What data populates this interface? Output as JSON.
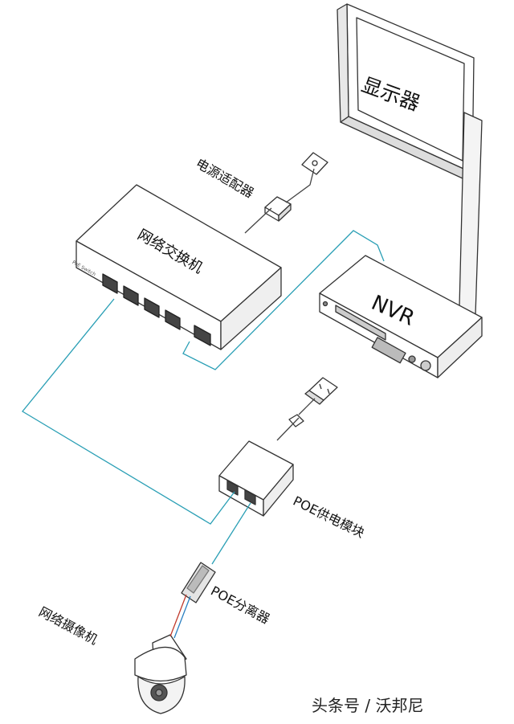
{
  "labels": {
    "monitor": "显示器",
    "power_adapter": "电源适配器",
    "switch": "网络交换机",
    "nvr": "NVR",
    "poe_module": "POE供电模块",
    "poe_splitter": "POE分离器",
    "camera": "网络摄像机",
    "watermark": "头条号 / 沃邦尼",
    "switch_brand": "PoE Switch"
  },
  "colors": {
    "outline": "#333333",
    "network_cable": "#2a9fb5",
    "camera_lead_a": "#c0392b",
    "camera_lead_b": "#2a7fc1"
  },
  "icons": [
    "wall-socket-icon",
    "plug-icon",
    "power-outlet-icon"
  ]
}
